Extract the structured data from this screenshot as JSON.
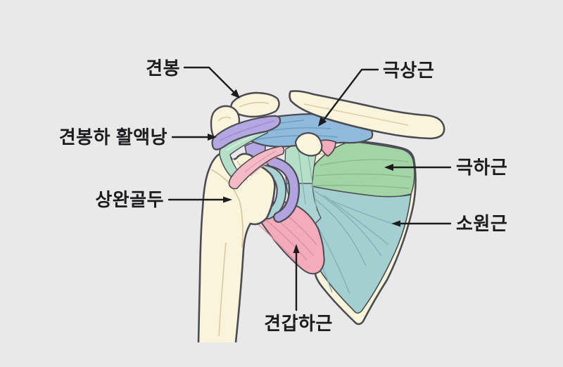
{
  "diagram": {
    "subject": "shoulder-anatomy-illustration",
    "labels": [
      {
        "id": "acromion",
        "text": "견봉"
      },
      {
        "id": "supraspinatus",
        "text": "극상근"
      },
      {
        "id": "subacromial-bursa",
        "text": "견봉하 활액낭"
      },
      {
        "id": "infraspinatus",
        "text": "극하근"
      },
      {
        "id": "humeral-head",
        "text": "상완골두"
      },
      {
        "id": "teres-minor",
        "text": "소원근"
      },
      {
        "id": "subscapularis",
        "text": "견갑하근"
      }
    ],
    "colors": {
      "background": "#e9e9ea",
      "bone": "#faf5da",
      "bone_outline": "#4b4b54",
      "supraspinatus_blue": "#8fbadb",
      "infraspinatus_green": "#a3d4a6",
      "teres_minor_teal": "#a4cfd1",
      "subscapularis_pink": "#f3acbb",
      "bursa_purple": "#b5a7e2",
      "labrum_purple": "#b1a3df",
      "tendon_mint": "#b5dfc7",
      "cartilage_teal": "#a9d3d5",
      "label_text": "#1c1c1e"
    }
  }
}
